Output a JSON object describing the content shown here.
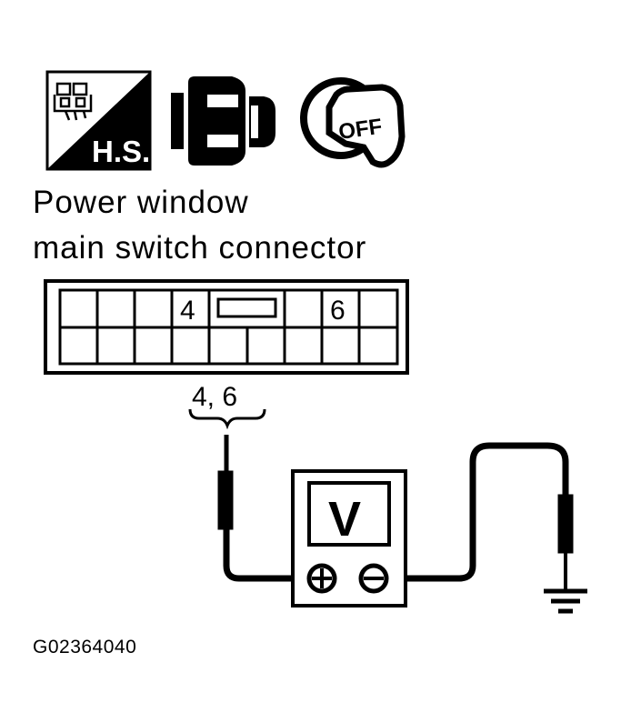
{
  "title_line1": "Power window",
  "title_line2": "main switch connector",
  "icons": {
    "harness_side": {
      "name": "harness-side-icon",
      "label": "H.S."
    },
    "connector": {
      "name": "connector-disconnected-icon"
    },
    "ignition": {
      "name": "ignition-off-icon",
      "label": "OFF"
    }
  },
  "connector": {
    "top_row": [
      "",
      "",
      "",
      "4",
      "",
      "",
      "6",
      "",
      ""
    ],
    "bottom_row": [
      "",
      "",
      "",
      "",
      "",
      "",
      "",
      "",
      "",
      ""
    ]
  },
  "probe_label": "4, 6",
  "meter": {
    "label": "V",
    "positive": "+",
    "negative": "−"
  },
  "ground": {
    "name": "ground-symbol"
  },
  "figure_id": "G02364040",
  "colors": {
    "line": "#000000",
    "background": "#ffffff"
  }
}
